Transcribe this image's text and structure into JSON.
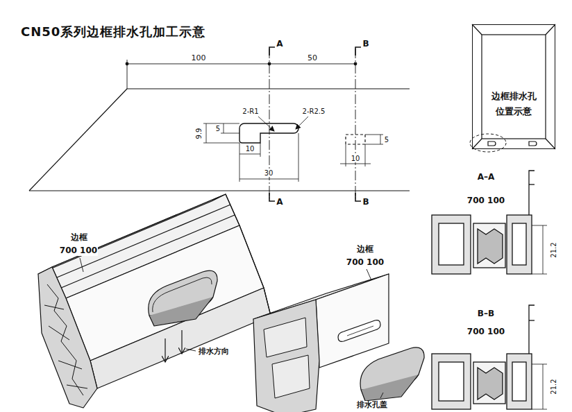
{
  "diagram": {
    "title": "CN50系列边框排水孔加工示意",
    "nodes": [
      {
        "text": [
          "边框排水孔位置示意"
        ]
      }
    ],
    "labels": [
      "A",
      "B",
      "100",
      "50",
      "2-R1",
      "2-R2.5",
      "9.9",
      "5",
      "10",
      "30",
      "5",
      "10",
      "A",
      "B",
      "边框",
      "700 100",
      "排水方向",
      "边框",
      "700 100",
      "排水孔盖",
      "A–A",
      "700 100",
      "21.2",
      "B–B",
      "700 100",
      "21.2"
    ]
  }
}
